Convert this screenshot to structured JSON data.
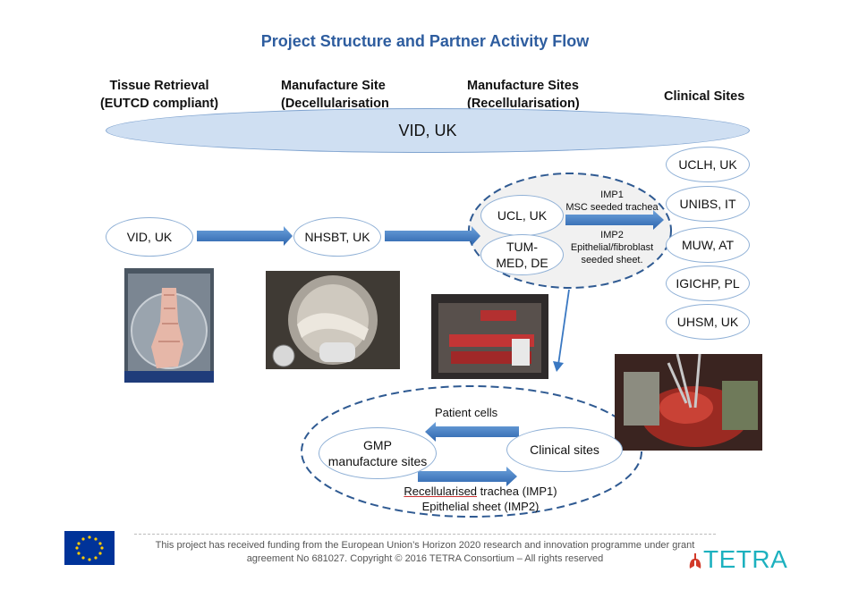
{
  "title": "Project Structure and Partner Activity Flow",
  "columns": {
    "tissue_retrieval": [
      "Tissue Retrieval",
      "(EUTCD compliant)"
    ],
    "decell": [
      "Manufacture Site",
      "(Decellularisation"
    ],
    "recell": [
      "Manufacture Sites",
      "(Recellularisation)"
    ],
    "clinical": "Clinical Sites"
  },
  "banner": "VID, UK",
  "flow": {
    "vid": "VID, UK",
    "nhsbt": "NHSBT, UK",
    "ucl": "UCL, UK",
    "tum": "TUM-MED, DE",
    "imp1_a": "IMP1",
    "imp1_b": "MSC seeded trachea",
    "imp2_a": "IMP2",
    "imp2_b": "Epithelial/fibroblast",
    "imp2_c": "seeded sheet."
  },
  "clinical_sites": [
    "UCLH, UK",
    "UNIBS, IT",
    "MUW, AT",
    "IGICHP, PL",
    "UHSM, UK"
  ],
  "cycle": {
    "gmp_a": "GMP",
    "gmp_b": "manufacture sites",
    "clinical": "Clinical sites",
    "patient_cells": "Patient cells",
    "out_a_underlined": "Recellularised",
    "out_a_rest": " trachea (IMP1)",
    "out_b": "Epithelial sheet (IMP2)"
  },
  "footer": {
    "line1": "This project has received funding from the European Union’s Horizon 2020 research and innovation programme under grant",
    "line2": "agreement No 681027.  Copyright © 2016 TETRA Consortium – All rights reserved",
    "brand": "TETRA"
  },
  "colors": {
    "title": "#2e5d9f",
    "arrow": "#3a78c2",
    "oval_border": "#8fb0d6",
    "banner_fill": "#cfdff2",
    "brand": "#1db1bf",
    "eu_blue": "#003399",
    "eu_star": "#ffcc00"
  }
}
